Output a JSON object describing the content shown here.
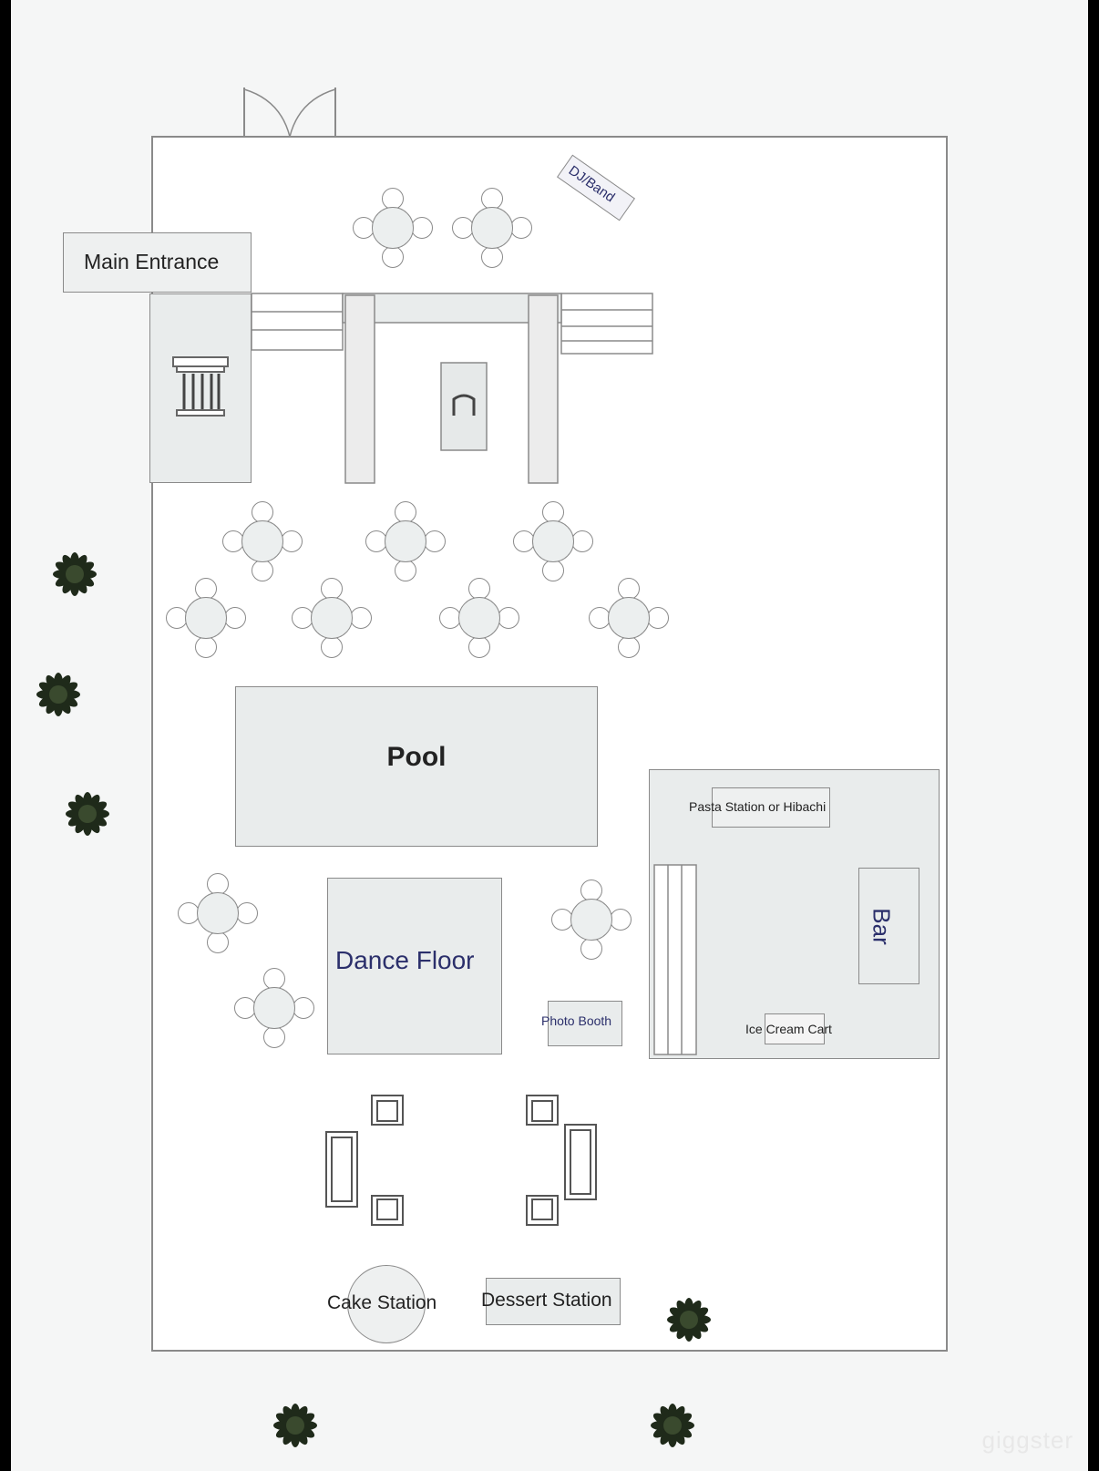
{
  "labels": {
    "main_entrance": "Main Entrance",
    "dj_band": "DJ/Band",
    "pool": "Pool",
    "dance_floor": "Dance Floor",
    "photo_booth": "Photo Booth",
    "pasta_station": "Pasta Station or Hibachi",
    "bar": "Bar",
    "ice_cream_cart": "Ice Cream Cart",
    "cake_station": "Cake Station",
    "dessert_station": "Dessert Station"
  },
  "watermark": "giggster",
  "colors": {
    "outline": "#8a8a8a",
    "fill": "#e9ecec",
    "accent_text": "#2b2f6b",
    "tree": "#1f2a1a"
  },
  "icons": [
    "column-icon",
    "double-door-icon",
    "tree-icon",
    "round-table-icon",
    "chair-icon",
    "sofa-icon"
  ]
}
